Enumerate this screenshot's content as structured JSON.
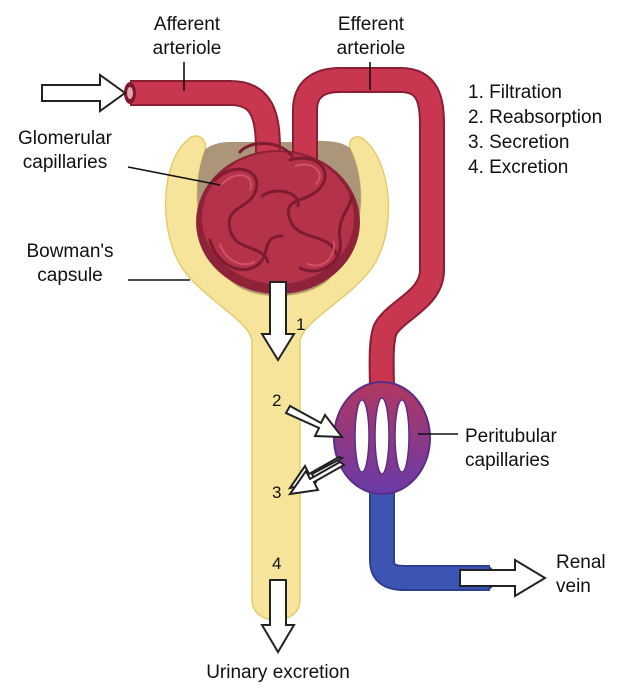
{
  "colors": {
    "capsule": "#F6E49B",
    "capsule_edge": "#E6CF73",
    "capsule_inner": "#A38B6C",
    "artery": "#C8374F",
    "artery_dark": "#8A1F33",
    "glomerulus": "#B4334A",
    "vein": "#3C55B4",
    "vein_mid": "#7B3A9B"
  },
  "labels": {
    "afferent_line1": "Afferent",
    "afferent_line2": "arteriole",
    "efferent_line1": "Efferent",
    "efferent_line2": "arteriole",
    "glomerular_line1": "Glomerular",
    "glomerular_line2": "capillaries",
    "bowman_line1": "Bowman's",
    "bowman_line2": "capsule",
    "peritubular_line1": "Peritubular",
    "peritubular_line2": "capillaries",
    "renal_line1": "Renal",
    "renal_line2": "vein",
    "urinary": "Urinary excretion"
  },
  "legend": [
    "1. Filtration",
    "2. Reabsorption",
    "3. Secretion",
    "4. Excretion"
  ],
  "steps": [
    "1",
    "2",
    "3",
    "4"
  ]
}
